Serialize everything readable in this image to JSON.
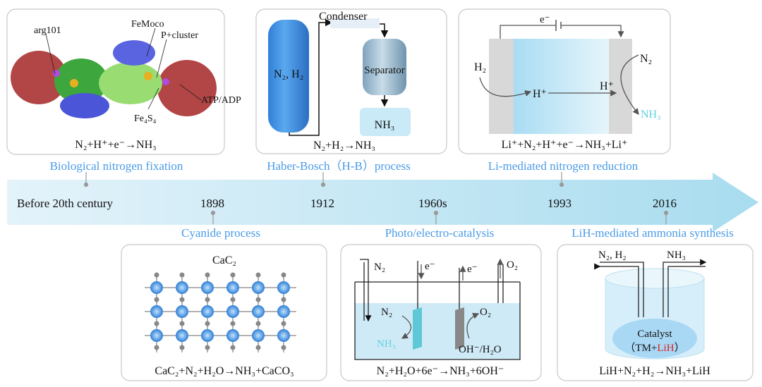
{
  "timeline": {
    "years": [
      "Before 20th century",
      "1898",
      "1912",
      "1960s",
      "1993",
      "2016"
    ],
    "colors": {
      "band": "#bfe4f3",
      "label": "#4a9be8",
      "tick": "#999999"
    }
  },
  "panels": {
    "biological": {
      "title": "Biological nitrogen fixation",
      "equation": "N₂+H⁺+e⁻→NH₃",
      "labels": [
        "arg101",
        "FeMoco",
        "P+cluster",
        "ATP/ADP",
        "Fe₄S₄"
      ]
    },
    "haber_bosch": {
      "title": "Haber-Bosch（H-B）process",
      "equation": "N₂+H₂→NH₃",
      "labels": [
        "N₂, H₂",
        "Condenser",
        "Separator",
        "NH₃"
      ]
    },
    "li_mediated": {
      "title": "Li-mediated nitrogen reduction",
      "equation": "Li⁺+N₂+H⁺+e⁻→NH₃+Li⁺",
      "labels": [
        "e⁻",
        "H₂",
        "H⁺",
        "H⁺",
        "N₂",
        "NH₃"
      ]
    },
    "cyanide": {
      "title": "Cyanide process",
      "equation": "CaC₂+N₂+H₂O→NH₃+CaCO₃",
      "labels": [
        "CaC₂"
      ]
    },
    "photo_electro": {
      "title": "Photo/electro-catalysis",
      "equation": "N₂+H₂O+6e⁻→NH₃+6OH⁻",
      "labels": [
        "N₂",
        "e⁻",
        "e⁻",
        "O₂",
        "N₂",
        "O₂",
        "NH₃",
        "OH⁻/H₂O"
      ]
    },
    "lih": {
      "title": "LiH-mediated ammonia synthesis",
      "equation": "LiH+N₂+H₂→NH₃+LiH",
      "labels": [
        "N₂, H₂",
        "NH₃",
        "Catalyst",
        "（TM+",
        "LiH",
        "）"
      ]
    }
  }
}
